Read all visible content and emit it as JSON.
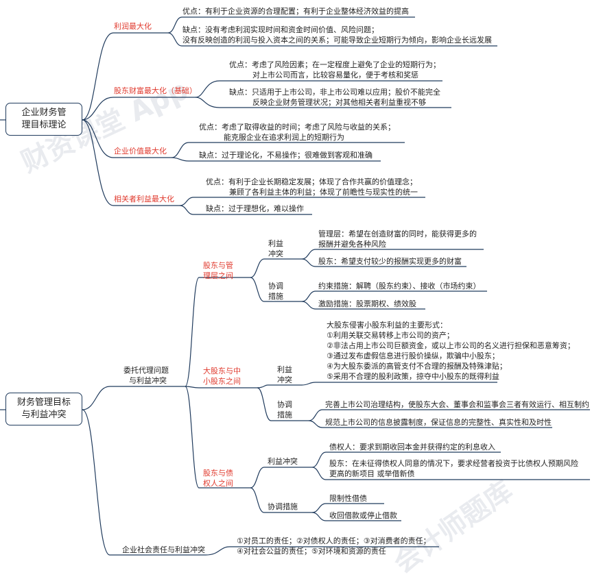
{
  "watermark": [
    "财资课堂 App",
    "会计师题库",
    "会计师题库"
  ],
  "section1": {
    "root": [
      "企业财务管",
      "理目标理论"
    ],
    "profit": {
      "title": "利润最大化",
      "pros": "优点：有利于企业资源的合理配置；有利于企业整体经济效益的提高",
      "cons": [
        "缺点：没有考虑利润实现时间和资金时间价值、风险问题；",
        "没有反映创造的利润与投入资本之间的关系；可能导致企业短期行为倾向，影响企业长远发展"
      ]
    },
    "shareholder": {
      "title": "股东财富最大化（基础）",
      "pros": [
        "优点：考虑了风险因素；在一定程度上避免了企业的短期行为；",
        "对上市公司而言，比较容易量化，便于考核和奖惩"
      ],
      "cons": [
        "缺点：只适用于上市公司，非上市公司难以应用；股价不能完全",
        "反映企业财务管理状况；对其他相关者利益重视不够"
      ]
    },
    "value": {
      "title": "企业价值最大化",
      "pros": [
        "优点：考虑了取得收益的时间；考虑了风险与收益的关系；",
        "能克服企业在追求利润上的短期行为"
      ],
      "cons": "缺点：过于理论化，不易操作；很难做到客观和准确"
    },
    "stakeholder": {
      "title": "相关者利益最大化",
      "pros": [
        "优点：有利于企业长期稳定发展；体现了合作共赢的价值理念；",
        "兼顾了各利益主体的利益；体现了前瞻性与现实性的统一"
      ],
      "cons": "缺点：过于理想化，难以操作"
    }
  },
  "section2": {
    "root": [
      "财务管理目标",
      "与利益冲突"
    ],
    "agency": [
      "委托代理问题",
      "与利益冲突"
    ],
    "csr": "企业社会责任与利益冲突",
    "csr_items": [
      "①对员工的责任；②对债权人的责任；③对消费者的责任；",
      "④对社会公益的责任；⑤对环境和资源的责任"
    ],
    "mgmt": {
      "title": [
        "股东与管",
        "理层之间"
      ],
      "conflict": [
        "利益",
        "冲突"
      ],
      "c1": [
        "管理层：希望在创造财富的同时，能获得更多的",
        "报酬并避免各种风险"
      ],
      "c2": "股东：希望支付较少的报酬实现更多的财富",
      "coord": [
        "协调",
        "措施"
      ],
      "m1": "约束措施：解聘（股东约束）、接收（市场约束）",
      "m2": "激励措施：股票期权、绩效股"
    },
    "minority": {
      "title": [
        "大股东与中",
        "小股东之间"
      ],
      "conflict": [
        "利益",
        "冲突"
      ],
      "c_lines": [
        "大股东侵害小股东利益的主要形式：",
        "①利用关联交易转移上市公司的资产；",
        "②非法占用上市公司巨额资金，或以上市公司的名义进行担保和恶意筹资；",
        "③通过发布虚假信息进行股价操纵，欺骗中小股东；",
        "④为大股东委派的高管支付不合理的报酬及特殊津贴；",
        "⑤采用不合理的股利政策，掠夺中小股东的既得利益"
      ],
      "coord": [
        "协调",
        "措施"
      ],
      "m1": "完善上市公司治理结构，使股东大会、董事会和监事会三者有效运行、相互制约",
      "m2": "规范上市公司的信息披露制度，保证信息的完整性、真实性和及时性"
    },
    "creditor": {
      "title": [
        "股东与债",
        "权人之间"
      ],
      "conflict": "利益冲突",
      "c1": "债权人：要求到期收回本金并获得约定的利息收入",
      "c2": [
        "股东：在未征得债权人同意的情况下，要求经营者投资于比债权人预期风险",
        "更高的新项目 或举借新债"
      ],
      "coord": "协调措施",
      "m1": "限制性借债",
      "m2": "收回借款或停止借款"
    }
  }
}
